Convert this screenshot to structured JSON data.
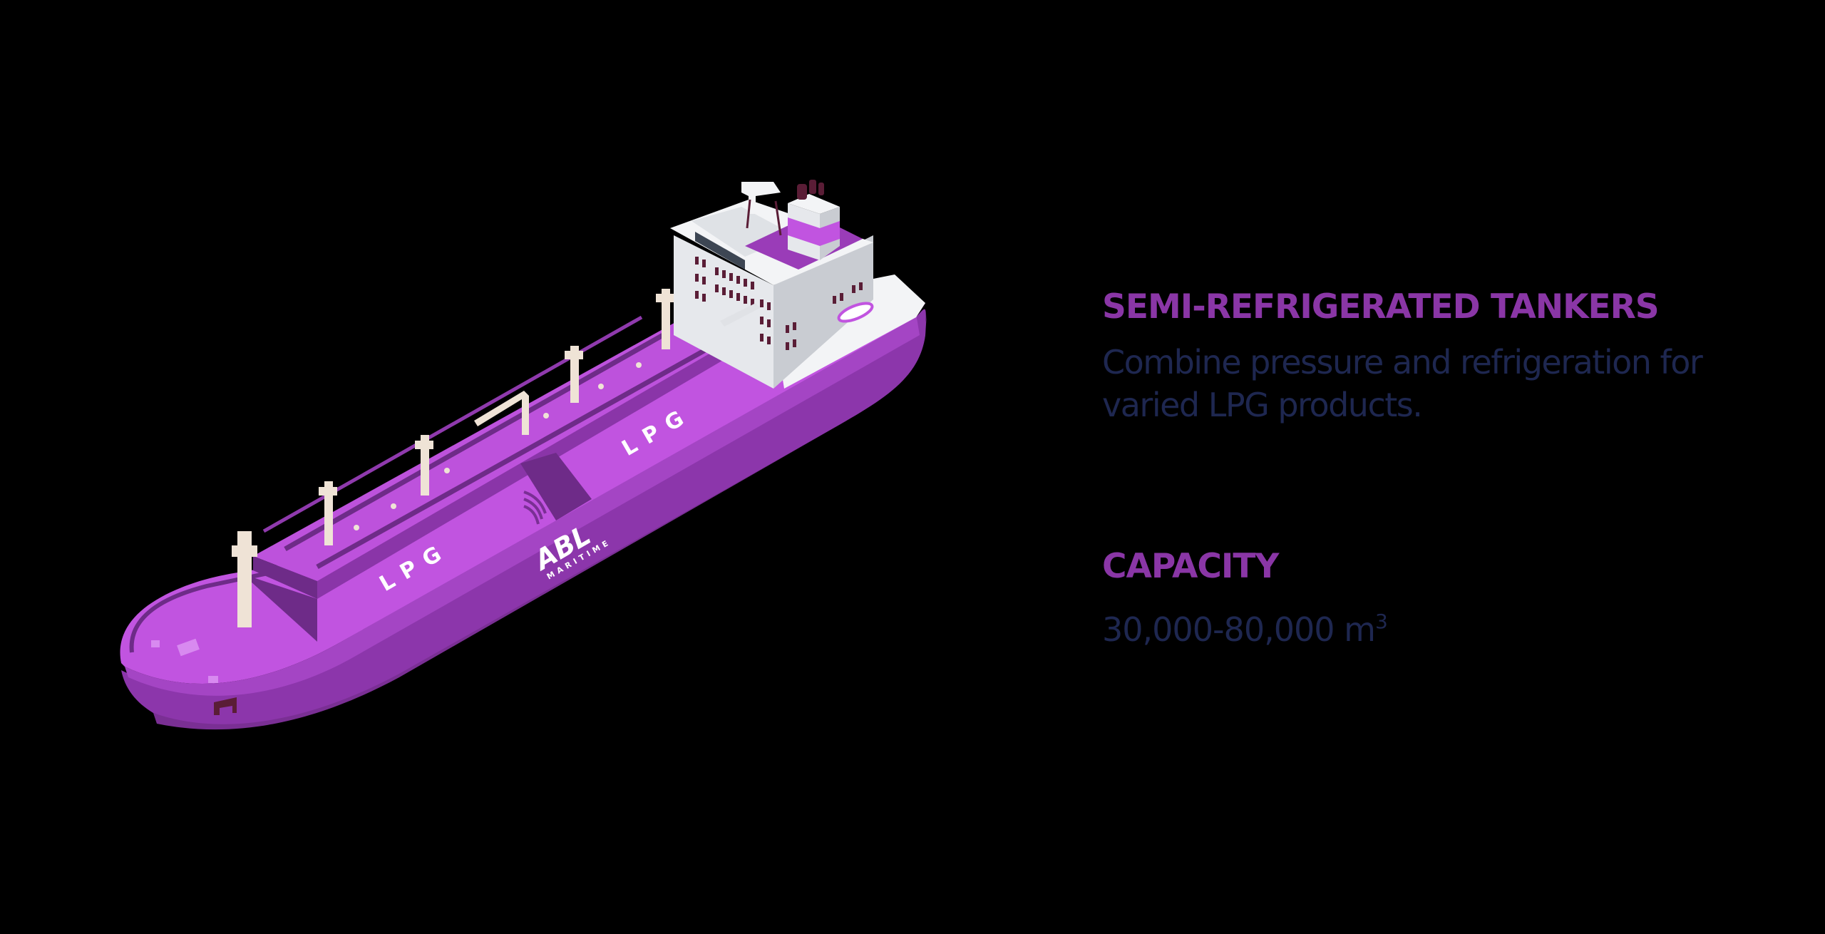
{
  "illustration": {
    "subject": "LPG semi-refrigerated tanker ship (isometric)",
    "hull_markings": [
      "LPG",
      "LPG"
    ],
    "logo": {
      "main": "ABL",
      "sub": "MARITIME"
    },
    "colors": {
      "background": "#000000",
      "hull_light": "#c154e0",
      "hull_mid": "#a445c4",
      "hull_dark": "#82329c",
      "deck_shadow": "#6e2b88",
      "superstructure": "#e6e8ec",
      "superstructure_shade": "#c9ccd2",
      "window": "#5a1d36",
      "mast": "#efe3d6",
      "funnel_top": "#5a1d36"
    }
  },
  "info": {
    "title": "SEMI-REFRIGERATED TANKERS",
    "description": "Combine pressure and refrigeration for varied LPG products.",
    "capacity_label": "CAPACITY",
    "capacity_value": "30,000-80,000 m",
    "capacity_unit_superscript": "3"
  },
  "colors": {
    "title": "#8a36a6",
    "body_text": "#1e2750"
  }
}
